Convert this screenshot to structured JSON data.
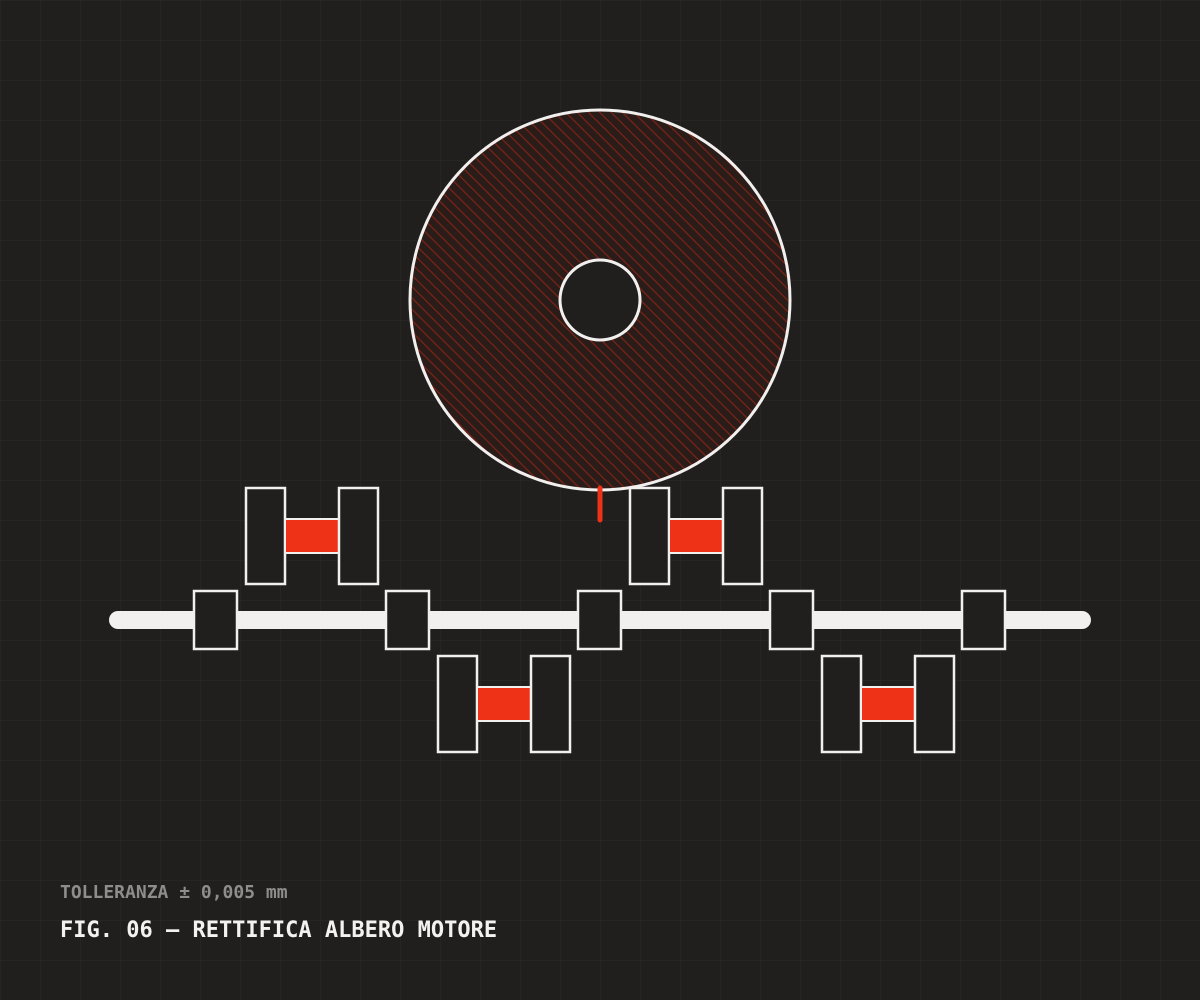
{
  "figure": {
    "tolerance": "TOLLERANZA ± 0,005 mm",
    "title": "FIG. 06 — RETTIFICA ALBERO MOTORE"
  },
  "colors": {
    "background": "#201f1e",
    "grid": "#2b2a29",
    "line": "#f2f0ee",
    "accent": "#ee3217",
    "hatch": "#7a2317"
  },
  "components": {
    "grinding_wheel": "grinding-wheel",
    "crankshaft": "crankshaft",
    "main_journals": 5,
    "crank_throws": 4
  }
}
